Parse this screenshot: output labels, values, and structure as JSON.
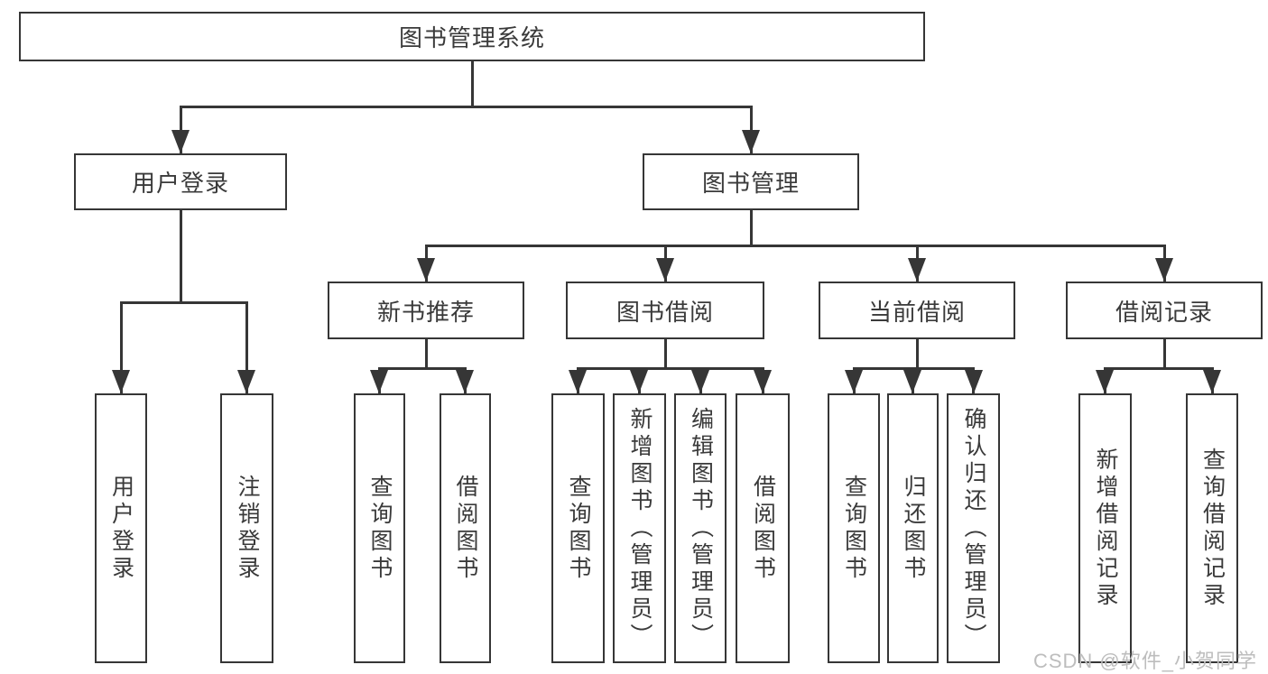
{
  "tree": {
    "label": "图书管理系统",
    "children": [
      {
        "label": "用户登录",
        "children": [
          {
            "label": "用户登录"
          },
          {
            "label": "注销登录"
          }
        ]
      },
      {
        "label": "图书管理",
        "children": [
          {
            "label": "新书推荐",
            "children": [
              {
                "label": "查询图书"
              },
              {
                "label": "借阅图书"
              }
            ]
          },
          {
            "label": "图书借阅",
            "children": [
              {
                "label": "查询图书"
              },
              {
                "label": "新增图书（管理员）"
              },
              {
                "label": "编辑图书（管理员）"
              },
              {
                "label": "借阅图书"
              }
            ]
          },
          {
            "label": "当前借阅",
            "children": [
              {
                "label": "查询图书"
              },
              {
                "label": "归还图书"
              },
              {
                "label": "确认归还（管理员）"
              }
            ]
          },
          {
            "label": "借阅记录",
            "children": [
              {
                "label": "新增借阅记录"
              },
              {
                "label": "查询借阅记录"
              }
            ]
          }
        ]
      }
    ]
  },
  "watermark": {
    "text": "CSDN @软件_小贺同学"
  },
  "colors": {
    "line": "#363636",
    "text": "#3a3a3a",
    "watermark": "#bdbdbd",
    "background": "#ffffff"
  }
}
